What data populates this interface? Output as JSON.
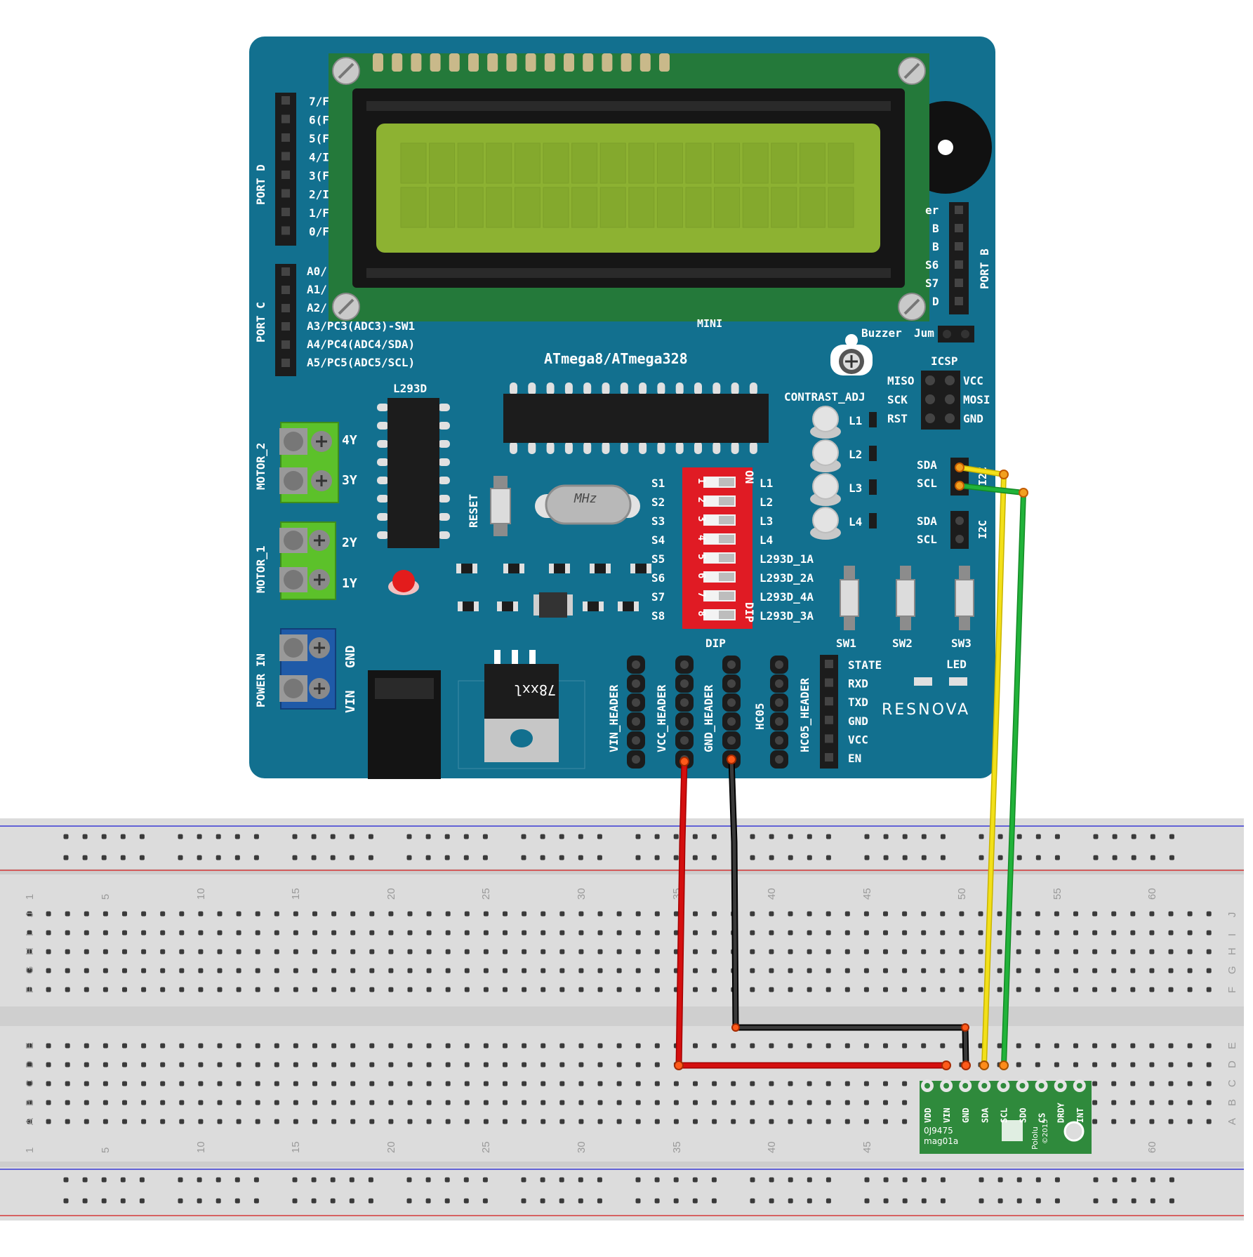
{
  "board": {
    "chip_label": "ATmega8/ATmega328",
    "driver_label": "L293D",
    "brand": "RESNOVA",
    "crystal_label": "MHz",
    "regulator_label": "78xxl",
    "mini_label": "MINI",
    "contrast_label": "CONTRAST_ADJ",
    "buzzer_label": "Buzzer",
    "jumper_label": "Jum",
    "reset_label": "RESET",
    "dip_label": "DIP",
    "dip_on": "ON",
    "icsp_label": "ICSP",
    "led_label": "LED",
    "port_d_label": "PORT D",
    "port_c_label": "PORT C",
    "port_b_label": "PORT B",
    "i2c_label": "I2C",
    "motor2_label": "MOTOR_2",
    "motor1_label": "MOTOR_1",
    "power_label": "POWER IN",
    "motor2_pins": [
      "4Y",
      "3Y"
    ],
    "motor1_pins": [
      "2Y",
      "1Y"
    ],
    "power_pins": [
      "GND",
      "VIN"
    ],
    "port_d_pins": [
      "7/F",
      "6(F",
      "5(F",
      "4/I",
      "3(F",
      "2/I",
      "1/F",
      "0/F"
    ],
    "port_c_pins": [
      "A0/",
      "A1/",
      "A2/",
      "A3/PC3(ADC3)-SW1",
      "A4/PC4(ADC4/SDA)",
      "A5/PC5(ADC5/SCL)"
    ],
    "port_b_pins": [
      "er",
      "B",
      "B",
      "S6",
      "S7",
      "D"
    ],
    "icsp_left": [
      "MISO",
      "SCK",
      "RST"
    ],
    "icsp_right": [
      "VCC",
      "MOSI",
      "GND"
    ],
    "i2c_top": [
      "SDA",
      "SCL"
    ],
    "i2c_bottom": [
      "SDA",
      "SCL"
    ],
    "led_labels": [
      "L1",
      "L2",
      "L3",
      "L4"
    ],
    "switch_labels": [
      "S1",
      "S2",
      "S3",
      "S4",
      "S5",
      "S6",
      "S7",
      "S8"
    ],
    "dip_outputs": [
      "L1",
      "L2",
      "L3",
      "L4",
      "L293D_1A",
      "L293D_2A",
      "L293D_4A",
      "L293D_3A"
    ],
    "dip_numbers": [
      "1",
      "2",
      "3",
      "4",
      "5",
      "6",
      "7",
      "8"
    ],
    "button_labels": [
      "SW1",
      "SW2",
      "SW3"
    ],
    "headers": [
      "VIN_HEADER",
      "VCC_HEADER",
      "GND_HEADER",
      "HC05",
      "HC05_HEADER"
    ],
    "hc05_pins": [
      "STATE",
      "RXD",
      "TXD",
      "GND",
      "VCC",
      "EN"
    ]
  },
  "sensor": {
    "pins": [
      "VDD",
      "VIN",
      "GND",
      "SDA",
      "SCL",
      "SDO",
      "CS",
      "DRDY",
      "INT"
    ],
    "id_label": "0J9475",
    "model_label": "mag01a",
    "brand_label": "Pololu",
    "year_label": "©2015"
  },
  "breadboard": {
    "column_numbers": [
      "1",
      "5",
      "10",
      "15",
      "20",
      "25",
      "30",
      "35",
      "40",
      "45",
      "50",
      "55",
      "60"
    ],
    "top_row_letters": [
      "J",
      "I",
      "H",
      "G",
      "F"
    ],
    "bottom_row_letters": [
      "E",
      "D",
      "C",
      "B",
      "A"
    ]
  },
  "colors": {
    "board": "#12708f",
    "lcd_pcb": "#24793a",
    "lcd_screen": "#8db232",
    "wire_red": "#d40f0f",
    "wire_black": "#222222",
    "wire_yellow": "#f2e01a",
    "wire_green": "#21b33a",
    "dip": "#e01b24",
    "terminal_green": "#5cc12a",
    "terminal_blue": "#1f5aa8"
  }
}
